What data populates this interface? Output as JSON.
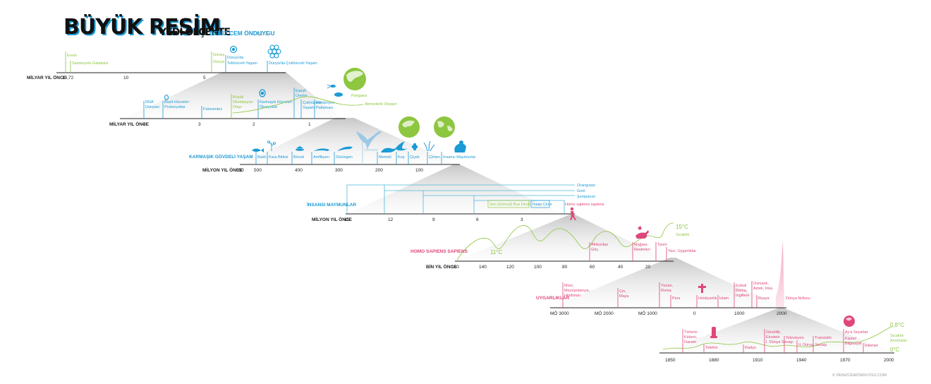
{
  "header": {
    "title": "BÜYÜK RESİM",
    "subtitle": "YEDİ ÖLÇEKTE",
    "author": "DENİZ CEM ÖNDUYGU",
    "version": "v1.3"
  },
  "footer": {
    "credit": "© DENIZCEMONDUYGU.COM"
  },
  "colors": {
    "green": "#8dc63f",
    "blue": "#1b9ad6",
    "pink": "#e0457b",
    "dark": "#222222",
    "gray": "#d4d4d4"
  },
  "rows": [
    {
      "unit": "MİLYAR YIL ÖNCE",
      "ticks": [
        "13,72",
        "10",
        "5"
      ],
      "events": {
        "big_bang": "Evren",
        "milky_way": "Samanyolu Galaksisi",
        "sun": "Güneş",
        "earth": "Dünya",
        "single_cell_1": "Dünya'da",
        "single_cell_2": "Tekhücreli Yaşam",
        "multi_cell": "Dünya'da Çokhücreli Yaşam"
      }
    },
    {
      "unit": "MİLYAR YIL ÖNCE",
      "ticks": [
        "4",
        "3",
        "2",
        "1"
      ],
      "events": {
        "rna_1": "RNA",
        "rna_2": "Dünyası",
        "prok_1": "Basit Hücreler:",
        "prok_2": "Prokaryotlar",
        "photo": "Fotosentez",
        "oxid_1": "Büyük",
        "oxid_2": "Oksidasyon",
        "oxid_3": "Olayı",
        "euk_1": "Karmaşık Hücreler:",
        "euk_2": "Ökaryotlar",
        "sex_1": "Eşeyli",
        "sex_2": "Üreme",
        "multi_1": "Çokhücreli",
        "multi_2": "Yaşam",
        "camb_1": "Kambriyen",
        "camb_2": "Patlaması",
        "pangaea": "Pangaea",
        "oxygen": "Atmosferik Oksijen"
      }
    },
    {
      "title": "KARMAŞIK GÖVDELİ YAŞAM",
      "unit": "MİLYON YIL ÖNCE",
      "ticks": [
        "550",
        "500",
        "400",
        "300",
        "200",
        "100"
      ],
      "events": {
        "fish": "Balık",
        "land_plants": "Kara Bitkisi",
        "insect": "Böcek",
        "amphibian": "Amfibyen",
        "reptile": "Sürüngen",
        "dinosaur": "Dinozor",
        "mammal": "Memeli",
        "bird": "Kuş",
        "flower": "Çiçek",
        "grass": "Çimen",
        "apes": "İnsansı Maymunlar"
      }
    },
    {
      "title": "İNSANSI MAYMUNLAR",
      "unit": "MİLYON YIL ÖNCE",
      "ticks": [
        "15",
        "12",
        "9",
        "6",
        "3"
      ],
      "events": {
        "orangutan": "Orangutan",
        "gorilla": "Goril",
        "chimp": "Şempanze",
        "ice_age": "Son (Güncel) Buz Devri",
        "homo": "İnsan Cinsi",
        "sapiens": "Homo sapiens sapiens"
      }
    },
    {
      "title": "HOMO SAPIENS SAPIENS",
      "unit": "BİN YIL ÖNCE",
      "ticks": [
        "160",
        "140",
        "120",
        "100",
        "80",
        "60",
        "40",
        "20"
      ],
      "events": {
        "temp_low": "11°C",
        "temp_high": "15°C",
        "temp_label": "Sıcaklık",
        "africa_1": "Afrika'dan",
        "africa_2": "Göç",
        "cave_1": "Mağara",
        "cave_2": "Resimleri",
        "farming": "Tarım",
        "writing": "Yazı, Uygarlıklar"
      }
    },
    {
      "title": "UYGARLIKLAR",
      "ticks": [
        "MÖ 3000",
        "MÖ 2000",
        "MÖ 1000",
        "0",
        "1000",
        "2000"
      ],
      "events": {
        "meso_1": "Mısır,",
        "meso_2": "Mezopotamya,",
        "meso_3": "Hindistan",
        "china_1": "Çin,",
        "china_2": "Maya",
        "greek_1": "Yunan,",
        "greek_2": "Roma",
        "persia": "Pers",
        "christ": "Hristiyanlık",
        "islam": "İslam",
        "holy_1": "Kutsal",
        "holy_2": "Roma,",
        "holy_3": "İngiltere",
        "ott_1": "Osmanlı,",
        "ott_2": "Aztek, İnka",
        "ott_3": "Rusya",
        "pop": "Dünya Nüfusu"
      }
    },
    {
      "ticks": [
        "1850",
        "1880",
        "1910",
        "1940",
        "1970",
        "2000"
      ],
      "events": {
        "evol_1": "Türlerin",
        "evol_2": "Kökeni,",
        "evol_3": "Darwin",
        "phone": "Telefon",
        "radio": "Radyo",
        "rel_1": "Görelilik,",
        "rel_2": "Einstein",
        "rel_3": "I. Dünya Savaşı",
        "tv": "Televizyon",
        "ww2": "II. Dünya Savaşı",
        "trans": "Transistör",
        "moon_1": "Ay'a Seyahat",
        "pc_1": "Kişisel",
        "pc_2": "Bilgisayar",
        "internet": "İnternet",
        "anom_high": "0,8°C",
        "anom_low": "0°C",
        "anom_1": "Sıcaklık",
        "anom_2": "Anomalisi"
      }
    }
  ]
}
